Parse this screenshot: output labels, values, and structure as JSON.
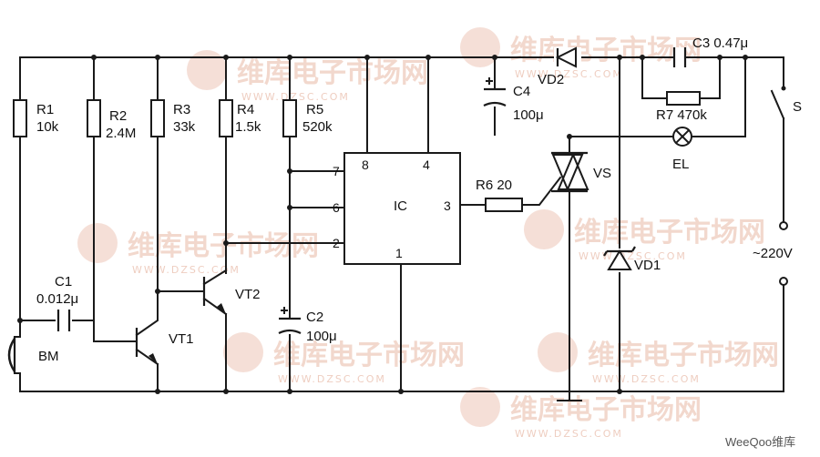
{
  "labels": {
    "R1": "R1",
    "R1v": "10k",
    "R2": "R2",
    "R2v": "2.4M",
    "R3": "R3",
    "R3v": "33k",
    "R4": "R4",
    "R4v": "1.5k",
    "R5": "R5",
    "R5v": "520k",
    "R6": "R6 20",
    "R7": "R7 470k",
    "C1": "C1",
    "C1v": "0.012μ",
    "C2": "C2",
    "C2v": "100μ",
    "C3": "C3 0.47μ",
    "C4": "C4",
    "C4v": "100μ",
    "VD1": "VD1",
    "VD2": "VD2",
    "VT1": "VT1",
    "VT2": "VT2",
    "VS": "VS",
    "EL": "EL",
    "S": "S",
    "BM": "BM",
    "AC": "~220V",
    "IC": "IC",
    "pin1": "1",
    "pin2": "2",
    "pin3": "3",
    "pin4": "4",
    "pin6": "6",
    "pin7": "7",
    "pin8": "8"
  },
  "watermark": {
    "cn": "维库电子市场网",
    "url": "WWW.DZSC.COM"
  },
  "brand": "WeeQoo维库"
}
